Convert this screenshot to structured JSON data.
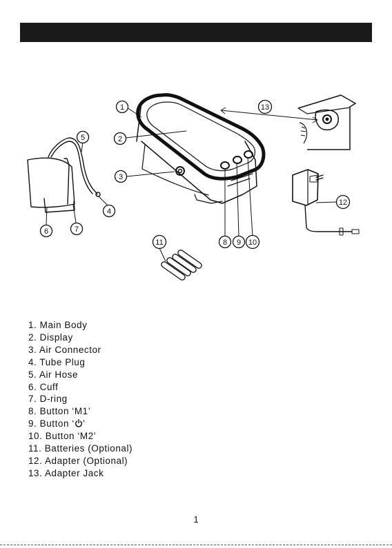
{
  "header": {
    "title": ""
  },
  "callouts": [
    "1",
    "2",
    "3",
    "4",
    "5",
    "6",
    "7",
    "8",
    "9",
    "10",
    "11",
    "12",
    "13"
  ],
  "parts": [
    {
      "num": "1.",
      "label": "Main Body"
    },
    {
      "num": "2.",
      "label": "Display"
    },
    {
      "num": "3.",
      "label": "Air Connector"
    },
    {
      "num": "4.",
      "label": "Tube Plug"
    },
    {
      "num": "5.",
      "label": "Air Hose"
    },
    {
      "num": "6.",
      "label": "Cuff"
    },
    {
      "num": "7.",
      "label": "D-ring"
    },
    {
      "num": "8.",
      "label": "Button ‘M1’"
    },
    {
      "num": "9.",
      "label_before": "Button ‘",
      "icon": "power-icon",
      "label_after": "’"
    },
    {
      "num": "10.",
      "label": "Button ‘M2’"
    },
    {
      "num": "11.",
      "label": "Batteries (Optional)"
    },
    {
      "num": "12.",
      "label": "Adapter (Optional)"
    },
    {
      "num": "13.",
      "label": "Adapter Jack"
    }
  ],
  "page_number": "1",
  "colors": {
    "ink": "#111111",
    "header_bar": "#1a1a1a"
  }
}
